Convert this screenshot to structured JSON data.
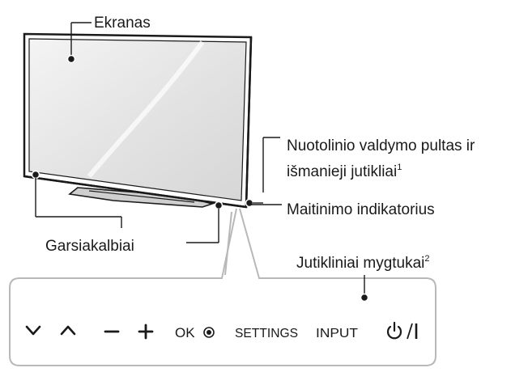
{
  "labels": {
    "screen": "Ekranas",
    "remote_sensors": "Nuotolinio valdymo pultas ir",
    "remote_sensors_line2": "išmanieji jutikliai",
    "remote_sensors_note": "1",
    "power_indicator": "Maitinimo indikatorius",
    "speakers": "Garsiakalbiai",
    "touch_buttons": "Jutikliniai mygtukai",
    "touch_buttons_note": "2"
  },
  "buttons": {
    "down": "⌄",
    "up": "⌃",
    "minus": "−",
    "plus": "+",
    "ok": "OK",
    "settings": "SETTINGS",
    "input": "INPUT",
    "power": "⏻/|"
  },
  "icons": {
    "down": "chevron-down-icon",
    "up": "chevron-up-icon",
    "ok_marker": "target-circle-icon",
    "power": "power-icon"
  },
  "colors": {
    "line": "#1a1a1a",
    "callout_gray": "#bfbfbf",
    "screen_fill": "#e8e8e8",
    "bezel": "#2a2a2a"
  }
}
